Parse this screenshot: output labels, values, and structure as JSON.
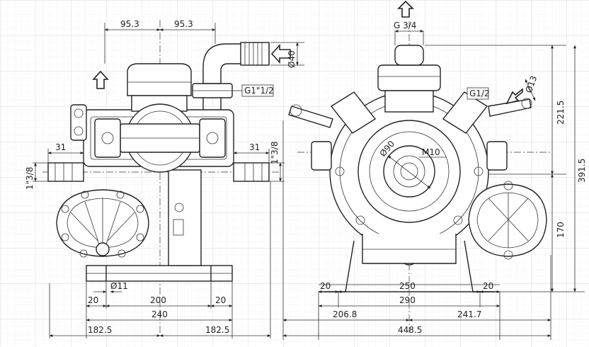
{
  "colors": {
    "background": "#ffffff",
    "grid": "#e3e3e3",
    "line": "#222222"
  },
  "left_view": {
    "top_95_left": "95.3",
    "top_95_right": "95.3",
    "outlet_diameter": "Ø40",
    "outlet_thread": "G1\"1/2",
    "left_31": "31",
    "right_31": "31",
    "left_thread": "1\"3/8",
    "right_thread": "1\"3/8",
    "hole_diameter": "Ø11",
    "bottom_20_left": "20",
    "bottom_200": "200",
    "bottom_20_right": "20",
    "bottom_240": "240",
    "bottom_182_left": "182.5",
    "bottom_182_right": "182.5"
  },
  "right_view": {
    "top_thread": "G 3/4",
    "side_thread": "G1/2",
    "side_diameter": "Ø13",
    "hub_diameter": "Ø90",
    "bolt": "M10",
    "bottom_20_left": "20",
    "bottom_250": "250",
    "bottom_20_right": "20",
    "bottom_290": "290",
    "bottom_206": "206.8",
    "bottom_241": "241.7",
    "bottom_448": "448.5",
    "vertical_221": "221.5",
    "vertical_391": "391.5",
    "vertical_170": "170"
  }
}
